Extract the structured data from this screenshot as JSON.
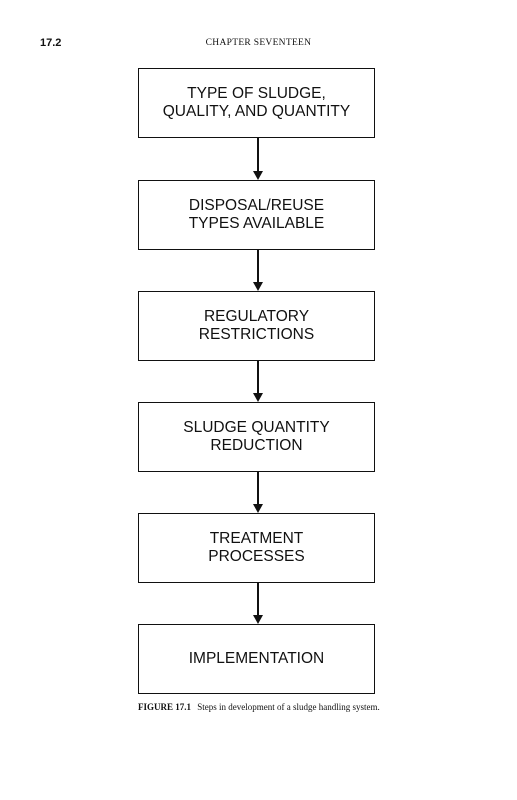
{
  "header": {
    "page_number": "17.2",
    "chapter": "CHAPTER SEVENTEEN"
  },
  "flowchart": {
    "steps": [
      {
        "label": "TYPE OF SLUDGE,\nQUALITY, AND QUANTITY"
      },
      {
        "label": "DISPOSAL/REUSE\nTYPES AVAILABLE"
      },
      {
        "label": "REGULATORY\nRESTRICTIONS"
      },
      {
        "label": "SLUDGE QUANTITY\nREDUCTION"
      },
      {
        "label": "TREATMENT\nPROCESSES"
      },
      {
        "label": "IMPLEMENTATION"
      }
    ]
  },
  "caption": {
    "label": "FIGURE 17.1",
    "text": "Steps in development of a sludge handling system."
  }
}
